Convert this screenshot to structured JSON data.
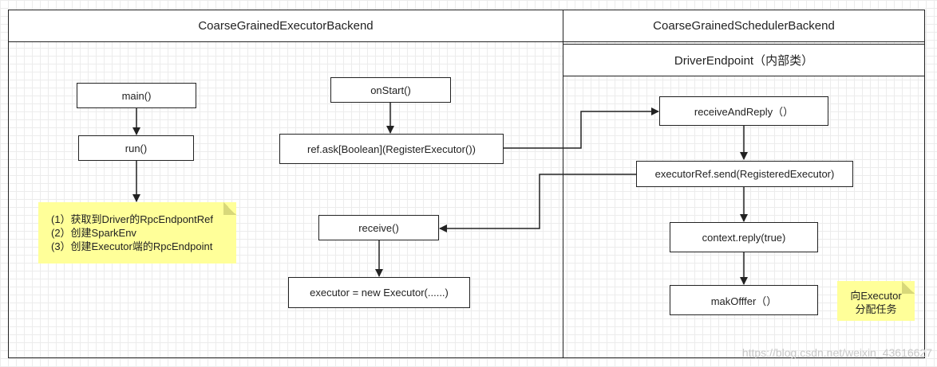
{
  "lanes": {
    "executor_backend": "CoarseGrainedExecutorBackend",
    "scheduler_backend": "CoarseGrainedSchedulerBackend",
    "driver_endpoint": "DriverEndpoint（内部类）"
  },
  "nodes": {
    "main": "main()",
    "run": "run()",
    "on_start": "onStart()",
    "ref_ask": "ref.ask[Boolean](RegisterExecutor())",
    "receive": "receive()",
    "new_executor": "executor = new Executor(......)",
    "receive_and_reply": "receiveAndReply（）",
    "executor_ref_send": "executorRef.send(RegisteredExecutor)",
    "context_reply": "context.reply(true)",
    "mak_offer": "makOfffer（）"
  },
  "notes": {
    "backend_steps": [
      "(1）获取到Driver的RpcEndpontRef",
      "(2）创建SparkEnv",
      "(3）创建Executor端的RpcEndpoint"
    ],
    "assign_task": [
      "向Executor",
      "分配任务"
    ]
  },
  "watermark": "https://blog.csdn.net/weixin_43616627"
}
